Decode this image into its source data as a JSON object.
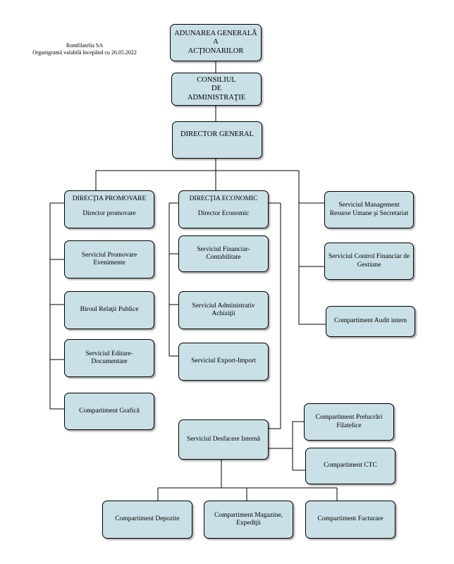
{
  "header": {
    "company": "Romfilatelia SA",
    "note": "Organigramă valabilă începând cu 26.05.2022"
  },
  "org": {
    "aga": {
      "line1": "ADUNAREA GENERALĂ",
      "line2": "A",
      "line3": "ACŢIONARILOR"
    },
    "ca": {
      "line1": "CONSILIUL",
      "line2": "DE",
      "line3": "ADMINISTRAŢIE"
    },
    "dg": "DIRECTOR  GENERAL",
    "promovare": {
      "title": "DIRECŢIA PROMOVARE",
      "sub": "Director promovare"
    },
    "economic": {
      "title": "DIRECŢIA ECONOMIC",
      "sub": "Director Economic"
    },
    "promovare_units": [
      "Serviciul Promovare Evenimente",
      "Biroul Relaţii Publice",
      "Serviciul Editare-Documentare",
      "Compartiment Grafică"
    ],
    "economic_units": [
      "Serviciul Financiar-Contabilitate",
      "Serviciul Administrativ Achiziţii",
      "Serviciul Export-Import"
    ],
    "right_units": [
      "Serviciul Management Resurse Umane şi Secretariat",
      "Serviciul Control Financiar de Gestiune",
      "Compartiment Audit intern"
    ],
    "desfacere": "Serviciul Desfacere Internă",
    "desfacere_side": [
      "Compartiment Prelucrări Filatelice",
      "Compartiment CTC"
    ],
    "desfacere_bottom": [
      "Compartiment Depozite",
      "Compartiment Magazine, Expediţii",
      "Compartiment Facturare"
    ]
  }
}
